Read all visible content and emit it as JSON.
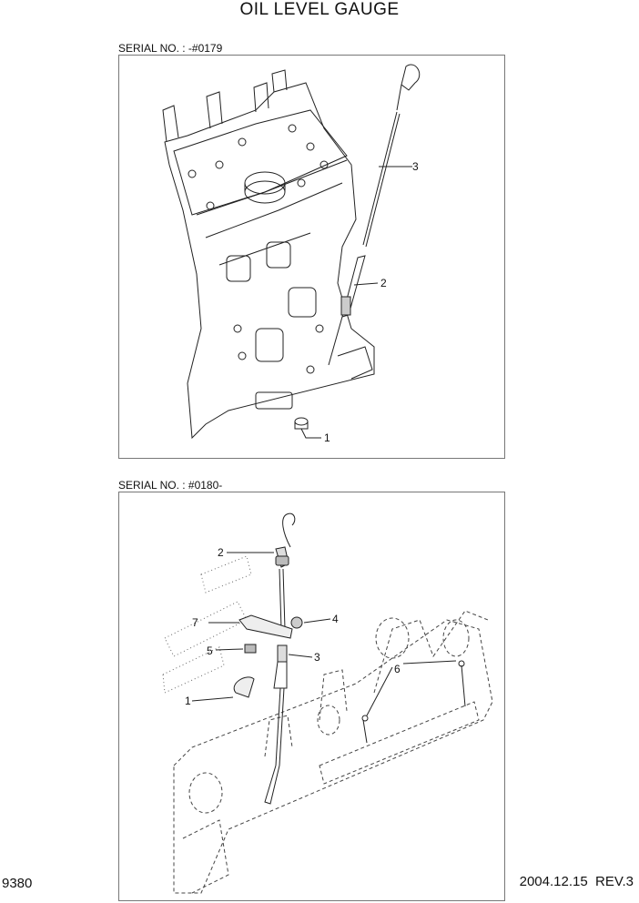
{
  "title": "OIL LEVEL GAUGE",
  "sections": [
    {
      "serial": "SERIAL NO. : -#0179",
      "callouts": [
        "1",
        "2",
        "3"
      ]
    },
    {
      "serial": "SERIAL NO. : #0180-",
      "callouts": [
        "1",
        "2",
        "3",
        "4",
        "5",
        "6",
        "7"
      ]
    }
  ],
  "footer": {
    "page": "9380",
    "date_rev": "2004.12.15  REV.3"
  }
}
